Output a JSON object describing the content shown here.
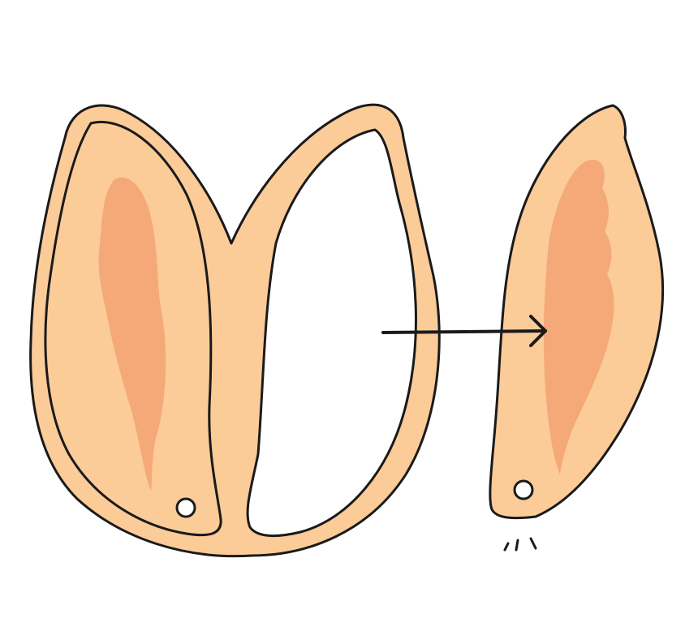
{
  "diagram": {
    "colors": {
      "background": "#ffffff",
      "skin": "#FBCB98",
      "inner_ear": "#F5A878",
      "outline": "#1a1a1a",
      "hole_fill": "#ffffff",
      "cutout_fill": "#ffffff"
    },
    "elements": {
      "frame": "ear-frame-with-two-slots",
      "left_ear": "left-ear-piece-in-frame",
      "removed_ear": "detached-ear-piece",
      "arrow": "arrow-right",
      "snap_marks": "snap-sound-marks"
    }
  }
}
